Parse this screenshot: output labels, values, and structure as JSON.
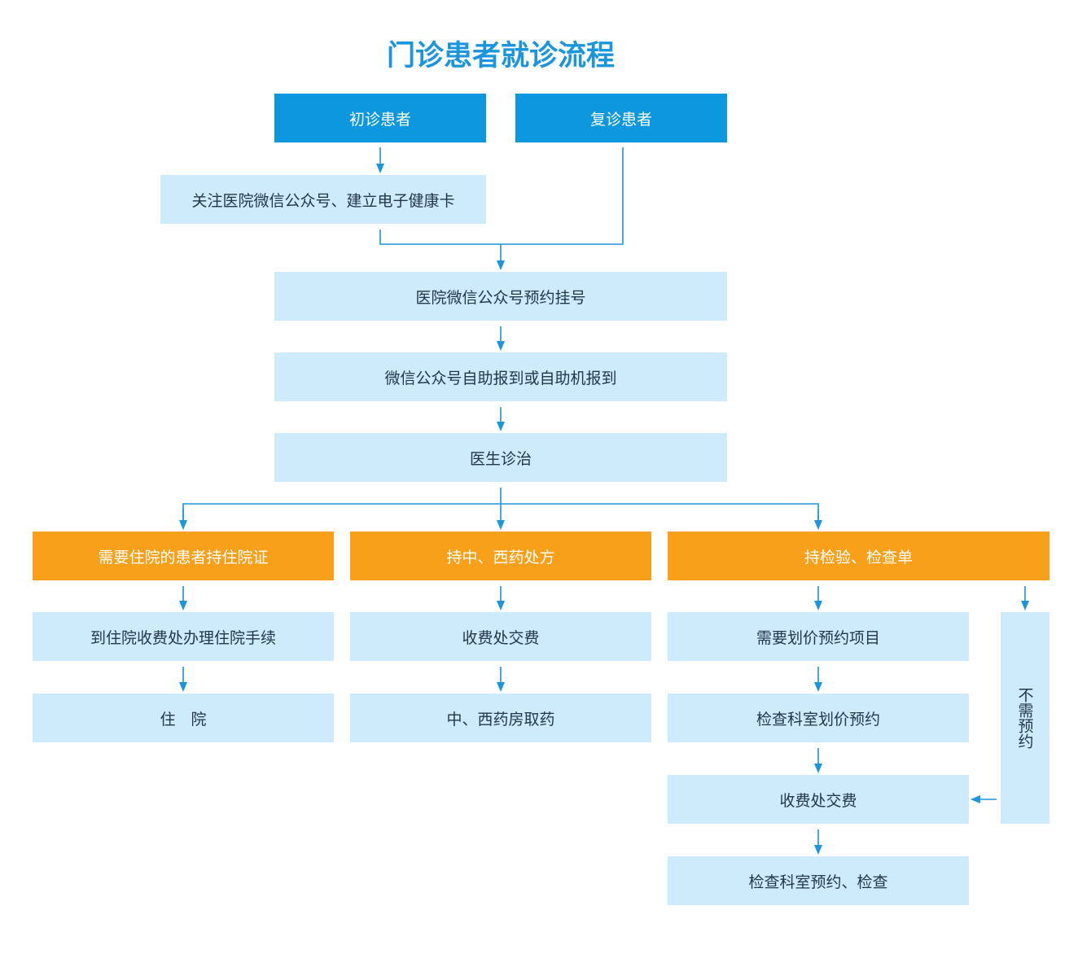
{
  "title": "门诊患者就诊流程",
  "nodes": {
    "first_visit": "初诊患者",
    "return_visit": "复诊患者",
    "follow_wechat": "关注医院微信公众号、建立电子健康卡",
    "wechat_booking": "医院微信公众号预约挂号",
    "self_checkin": "微信公众号自助报到或自助机报到",
    "doctor_diagnosis": "医生诊治",
    "hospitalization_cert": "需要住院的患者持住院证",
    "prescription": "持中、西药处方",
    "exam_order": "持检验、检查单",
    "inpatient_procedures": "到住院收费处办理住院手续",
    "hospitalized": "住　院",
    "cashier_payment_rx": "收费处交费",
    "pharmacy": "中、西药房取药",
    "pricing_booking_needed": "需要划价预约项目",
    "dept_pricing_booking": "检查科室划价预约",
    "cashier_payment_exam": "收费处交费",
    "dept_booking_exam": "检查科室预约、检查",
    "no_booking_needed": "不需预约"
  },
  "colors": {
    "primary_blue": "#0d97df",
    "light_blue": "#cdebfb",
    "orange": "#f9a01b",
    "connector": "#1b95dc"
  }
}
